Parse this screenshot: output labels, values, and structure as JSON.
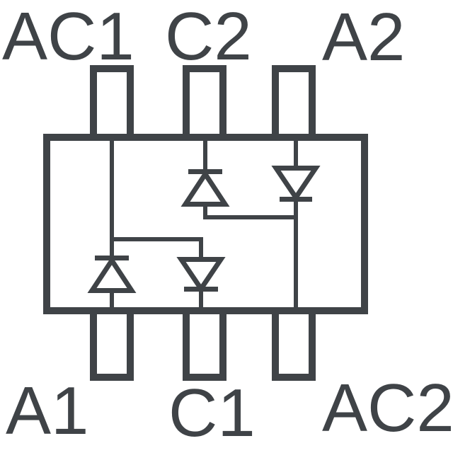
{
  "page": {
    "background": "#ffffff"
  },
  "schematic": {
    "line_color": "#3f4347",
    "top_pins": [
      {
        "label": "AC1"
      },
      {
        "label": "C2"
      },
      {
        "label": "A2"
      }
    ],
    "bottom_pins": [
      {
        "label": "A1"
      },
      {
        "label": "C1"
      },
      {
        "label": "AC2"
      }
    ],
    "diodes": [
      {
        "anode": "A1",
        "cathode": "AC1"
      },
      {
        "anode": "AC1",
        "cathode": "C1"
      },
      {
        "anode": "A2",
        "cathode": "AC2"
      },
      {
        "anode": "AC2",
        "cathode": "C2"
      }
    ]
  }
}
